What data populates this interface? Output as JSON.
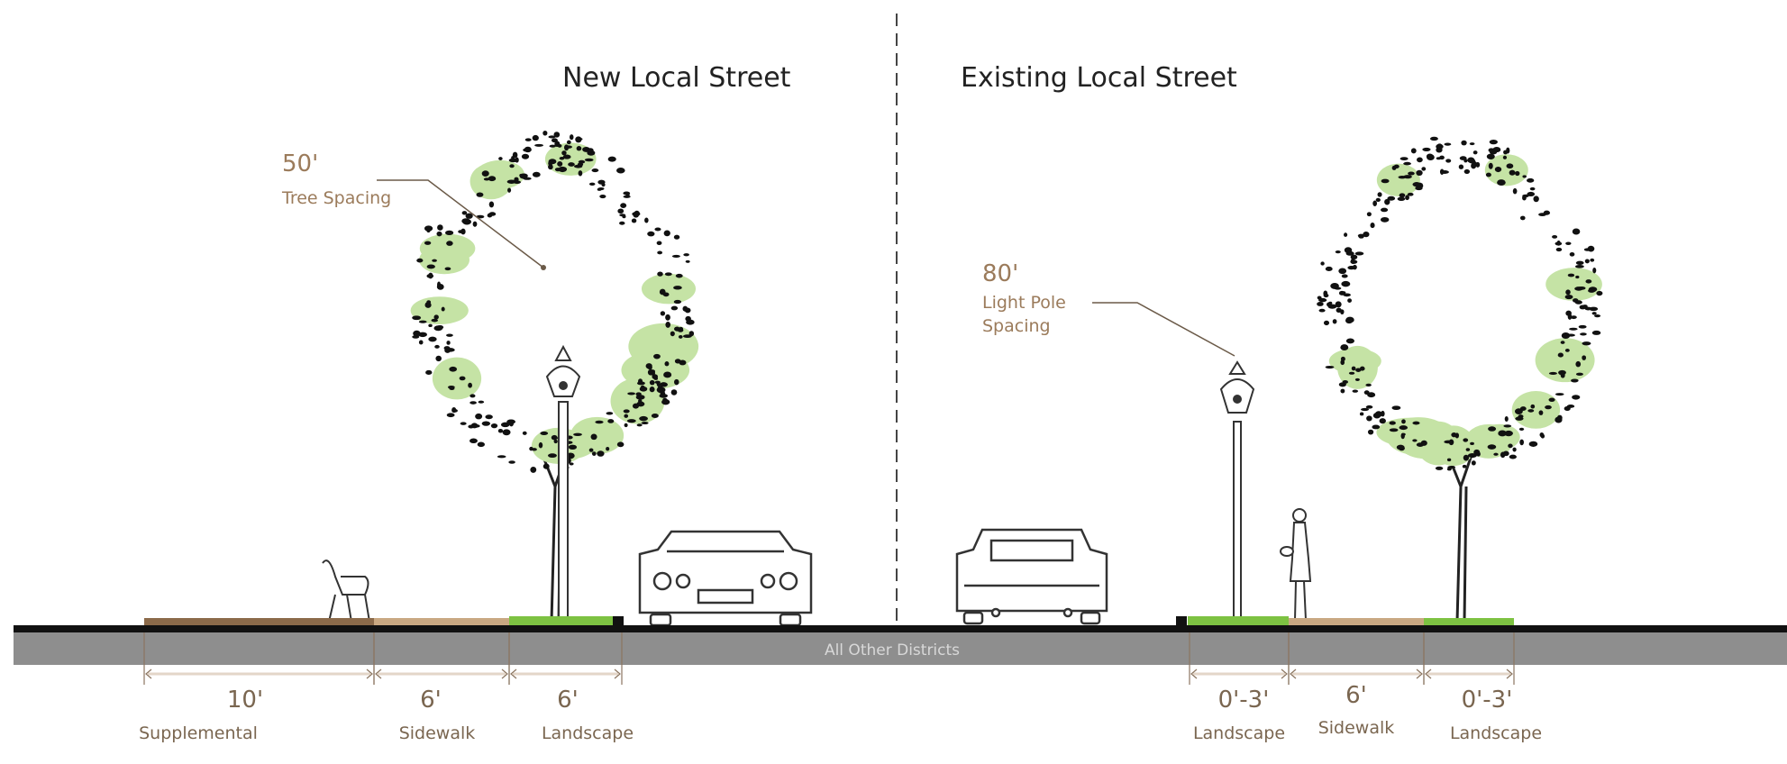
{
  "titles": {
    "left": "New Local Street",
    "right": "Existing Local Street"
  },
  "callouts": {
    "tree": {
      "value": "50'",
      "label": "Tree Spacing"
    },
    "pole": {
      "value": "80'",
      "label_line1": "Light Pole",
      "label_line2": "Spacing"
    }
  },
  "band_label": "All Other Districts",
  "dimensions": {
    "left": [
      {
        "value": "10'",
        "label": "Supplemental"
      },
      {
        "value": "6'",
        "label": "Sidewalk"
      },
      {
        "value": "6'",
        "label": "Landscape"
      }
    ],
    "right": [
      {
        "value": "0'-3'",
        "label": "Landscape"
      },
      {
        "value": "6'",
        "label": "Sidewalk"
      },
      {
        "value": "0'-3'",
        "label": "Landscape"
      }
    ]
  },
  "colors": {
    "supplemental": "#8b6a4a",
    "sidewalk": "#c9a882",
    "landscape": "#7dc242",
    "canopy": "#c5e3a5",
    "text": "#9b7b5b",
    "band": "#8e8e8e"
  }
}
